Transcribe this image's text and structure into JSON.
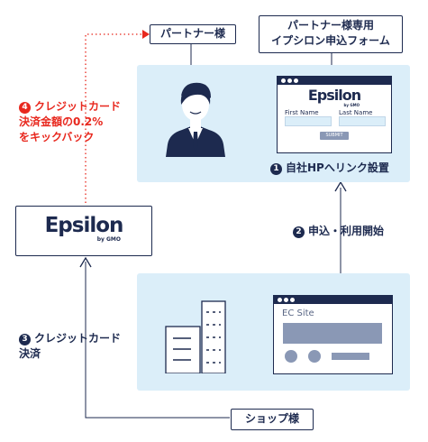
{
  "partner": {
    "label": "パートナー様",
    "form_label_line1": "パートナー様専用",
    "form_label_line2": "イプシロン申込フォーム"
  },
  "form_window": {
    "logo": "Epsilon",
    "logo_sub": "by GMO",
    "first_name_label": "First Name",
    "last_name_label": "Last Name",
    "submit_label": "SUBMIT"
  },
  "epsilon_box": {
    "logo": "Epsilon",
    "logo_sub": "by GMO"
  },
  "ec_window": {
    "title": "EC Site"
  },
  "shop": {
    "label": "ショップ様"
  },
  "steps": {
    "step1": {
      "num": "1",
      "text": "自社HPへリンク設置"
    },
    "step2": {
      "num": "2",
      "text": "申込・利用開始"
    },
    "step3": {
      "num": "3",
      "line1": "クレジットカード",
      "line2": "決済"
    },
    "step4": {
      "num": "4",
      "line1": "クレジットカード",
      "line2": "決済金額の0.2%",
      "line3": "をキックバック"
    }
  },
  "colors": {
    "navy": "#1d2a4f",
    "panel": "#dbeef9",
    "red": "#e8281e",
    "gray": "#8a98b5",
    "dot_red": "#e8281e"
  },
  "icons": [
    "person-icon",
    "building-icon",
    "browser-window-icon",
    "arrow-up-icon",
    "arrow-right-icon"
  ]
}
